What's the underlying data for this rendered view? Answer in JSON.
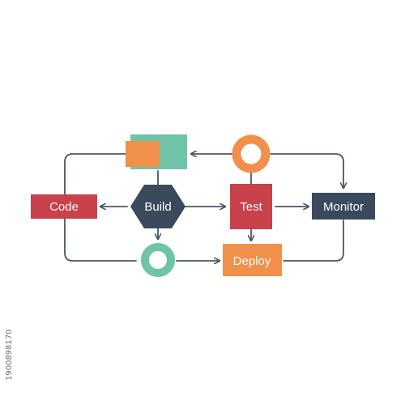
{
  "nodes": {
    "code": {
      "label": "Code"
    },
    "build": {
      "label": "Build"
    },
    "test": {
      "label": "Test"
    },
    "monitor": {
      "label": "Monitor"
    },
    "deploy": {
      "label": "Deploy"
    }
  },
  "watermark": {
    "id": "1900898170"
  },
  "colors": {
    "red": "#c8414b",
    "navy": "#3a4a5c",
    "orange": "#f0904a",
    "teal": "#6fc3a7",
    "connector": "#4a5566"
  }
}
